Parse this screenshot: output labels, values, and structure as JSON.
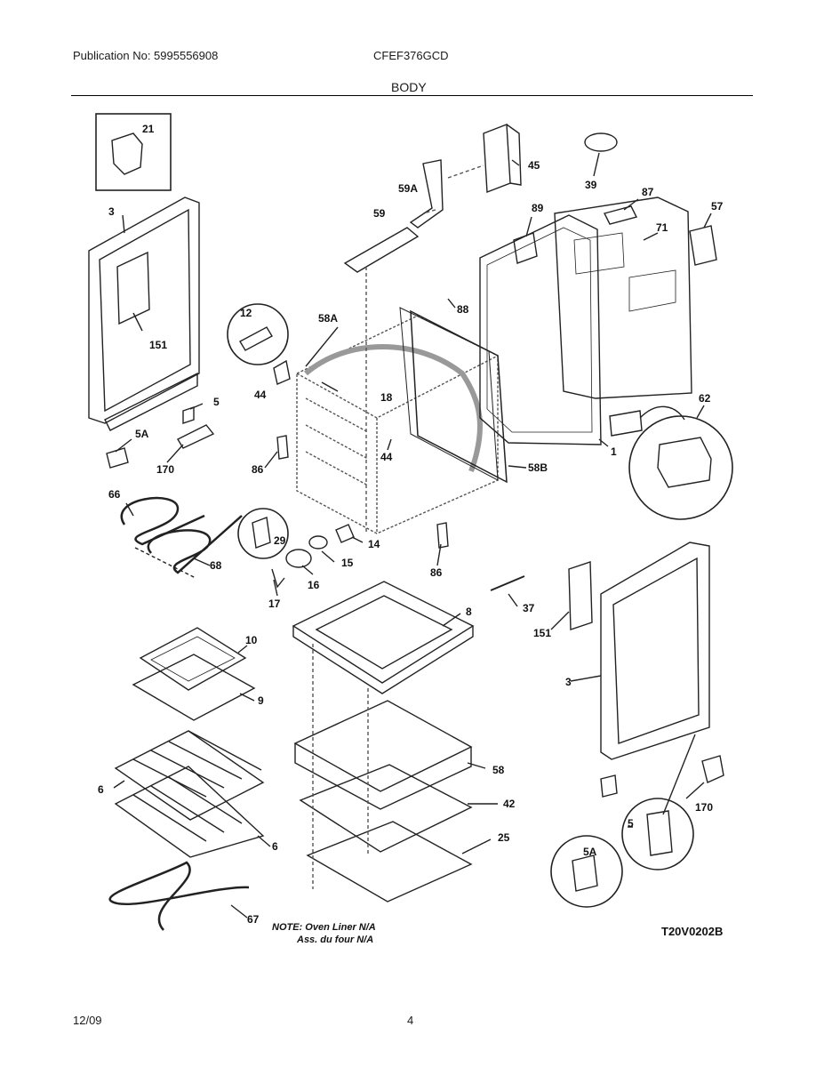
{
  "header": {
    "publication": "Publication No: 5995556908",
    "model": "CFEF376GCD",
    "section": "BODY"
  },
  "footer": {
    "date": "12/09",
    "page": "4"
  },
  "diagram": {
    "callouts": {
      "c21": "21",
      "c3a": "3",
      "c151a": "151",
      "c12": "12",
      "c58A": "58A",
      "c5a": "5",
      "c44a": "44",
      "c18": "18",
      "c5Aa": "5A",
      "c170a": "170",
      "c86a": "86",
      "c44b": "44",
      "c66": "66",
      "c29": "29",
      "c14": "14",
      "c68": "68",
      "c15": "15",
      "c16": "16",
      "c86b": "86",
      "c17": "17",
      "c45": "45",
      "c59A": "59A",
      "c59": "59",
      "c39": "39",
      "c87": "87",
      "c57": "57",
      "c89": "89",
      "c71": "71",
      "c88": "88",
      "c62": "62",
      "c1": "1",
      "c58B": "58B",
      "c37": "37",
      "c151b": "151",
      "c3b": "3",
      "c8": "8",
      "c10": "10",
      "c9": "9",
      "c6a": "6",
      "c6b": "6",
      "c58": "58",
      "c42": "42",
      "c25": "25",
      "c5Ab": "5A",
      "c5b": "5",
      "c170b": "170",
      "c67": "67"
    },
    "note_line1": "NOTE: Oven Liner N/A",
    "note_line2": "Ass. du four N/A",
    "drawing_code": "T20V0202B"
  }
}
